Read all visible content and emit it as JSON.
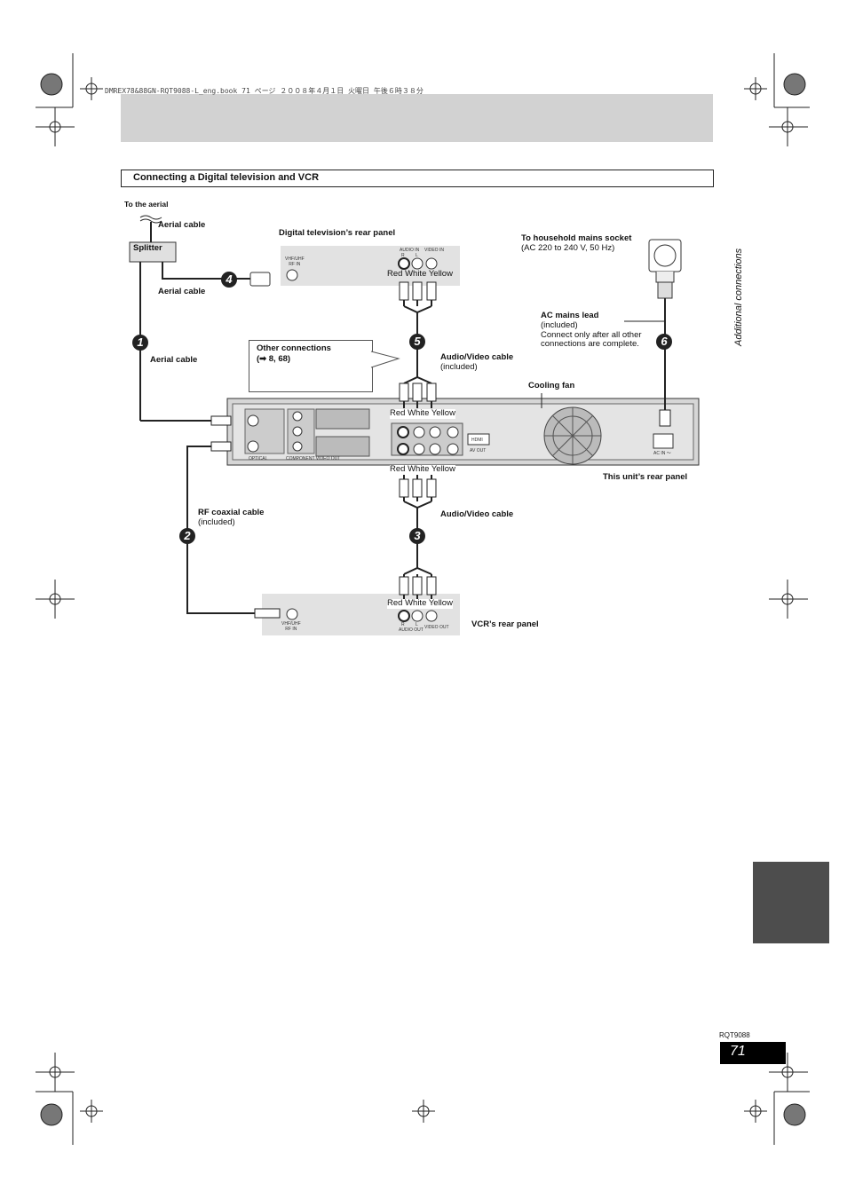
{
  "print_meta": "DMREX78&88GN-RQT9088-L_eng.book  71 ページ  ２００８年４月１日  火曜日  午後６時３８分",
  "section_title": "Connecting a Digital television and VCR",
  "side_label": "Additional connections",
  "page": {
    "code": "RQT9088",
    "number": "71"
  },
  "aerial": {
    "to_aerial": "To the aerial",
    "cable_top": "Aerial cable",
    "splitter": "Splitter",
    "cable_mid": "Aerial cable",
    "cable_unit": "Aerial cable"
  },
  "tv_panel": {
    "title": "Digital television’s rear panel",
    "rf_label": "VHF/UHF\nRF IN",
    "audio_in": "AUDIO IN",
    "video_in": "VIDEO IN",
    "r": "R",
    "l": "L",
    "colors": "Red White Yellow"
  },
  "callout": {
    "title": "Other connections",
    "ref": "(➡ 8, 68)"
  },
  "av_cable_5": {
    "title": "Audio/Video cable",
    "note": "(included)"
  },
  "mains": {
    "socket_title": "To household mains socket",
    "socket_note": "(AC 220 to 240 V, 50 Hz)",
    "lead_title": "AC mains lead",
    "lead_note1": "(included)",
    "lead_note2": "Connect only after all other",
    "lead_note3": "connections are complete."
  },
  "unit": {
    "cooling_fan": "Cooling fan",
    "colors_top": "Red White Yellow",
    "colors_bottom": "Red White Yellow",
    "rear_panel": "This unit’s rear panel",
    "ac_in": "AC IN ～",
    "hdmi": "HDMI",
    "av_out": "AV OUT",
    "component": "COMPONENT VIDEO OUT",
    "optical": "OPTICAL"
  },
  "rf_cable": {
    "title": "RF coaxial cable",
    "note": "(included)"
  },
  "av_cable_3": {
    "title": "Audio/Video cable"
  },
  "vcr": {
    "title": "VCR’s rear panel",
    "rf_label": "VHF/UHF\nRF IN",
    "audio_out": "AUDIO OUT",
    "video_out": "VIDEO OUT",
    "r": "R",
    "l": "L",
    "colors": "Red White Yellow"
  },
  "steps": [
    "1",
    "2",
    "3",
    "4",
    "5",
    "6"
  ]
}
